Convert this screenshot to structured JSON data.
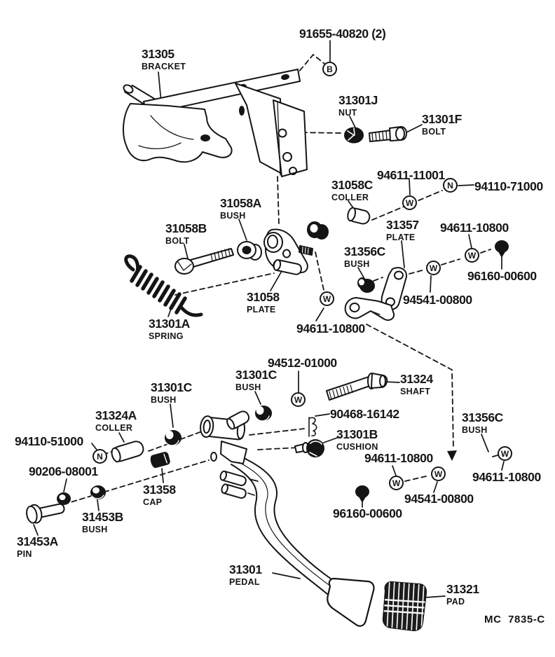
{
  "footer": {
    "doc_code": "MC  7835-C"
  },
  "markers": {
    "B": "B",
    "N": "N",
    "W": "W"
  },
  "colors": {
    "ink": "#151515",
    "background": "#ffffff"
  },
  "labels": [
    {
      "part_no": "91655-40820 (2)",
      "part_name": ""
    },
    {
      "part_no": "31305",
      "part_name": "BRACKET"
    },
    {
      "part_no": "31301J",
      "part_name": "NUT"
    },
    {
      "part_no": "31301F",
      "part_name": "BOLT"
    },
    {
      "part_no": "94611-11001",
      "part_name": ""
    },
    {
      "part_no": "31058C",
      "part_name": "COLLER"
    },
    {
      "part_no": "94110-71000",
      "part_name": ""
    },
    {
      "part_no": "31058A",
      "part_name": "BUSH"
    },
    {
      "part_no": "31058B",
      "part_name": "BOLT"
    },
    {
      "part_no": "31357",
      "part_name": "PLATE"
    },
    {
      "part_no": "94611-10800",
      "part_name": ""
    },
    {
      "part_no": "31356C",
      "part_name": "BUSH"
    },
    {
      "part_no": "96160-00600",
      "part_name": ""
    },
    {
      "part_no": "31058",
      "part_name": "PLATE"
    },
    {
      "part_no": "94541-00800",
      "part_name": ""
    },
    {
      "part_no": "31301A",
      "part_name": "SPRING"
    },
    {
      "part_no": "94611-10800",
      "part_name": ""
    },
    {
      "part_no": "94512-01000",
      "part_name": ""
    },
    {
      "part_no": "31301C",
      "part_name": "BUSH"
    },
    {
      "part_no": "31324",
      "part_name": "SHAFT"
    },
    {
      "part_no": "31301C",
      "part_name": "BUSH"
    },
    {
      "part_no": "31324A",
      "part_name": "COLLER"
    },
    {
      "part_no": "90468-16142",
      "part_name": ""
    },
    {
      "part_no": "31301B",
      "part_name": "CUSHION"
    },
    {
      "part_no": "94110-51000",
      "part_name": ""
    },
    {
      "part_no": "31356C",
      "part_name": "BUSH"
    },
    {
      "part_no": "94611-10800",
      "part_name": ""
    },
    {
      "part_no": "94611-10800",
      "part_name": ""
    },
    {
      "part_no": "90206-08001",
      "part_name": ""
    },
    {
      "part_no": "31358",
      "part_name": "CAP"
    },
    {
      "part_no": "94541-00800",
      "part_name": ""
    },
    {
      "part_no": "31453B",
      "part_name": "BUSH"
    },
    {
      "part_no": "96160-00600",
      "part_name": ""
    },
    {
      "part_no": "31453A",
      "part_name": "PIN"
    },
    {
      "part_no": "31301",
      "part_name": "PEDAL"
    },
    {
      "part_no": "31321",
      "part_name": "PAD"
    }
  ]
}
